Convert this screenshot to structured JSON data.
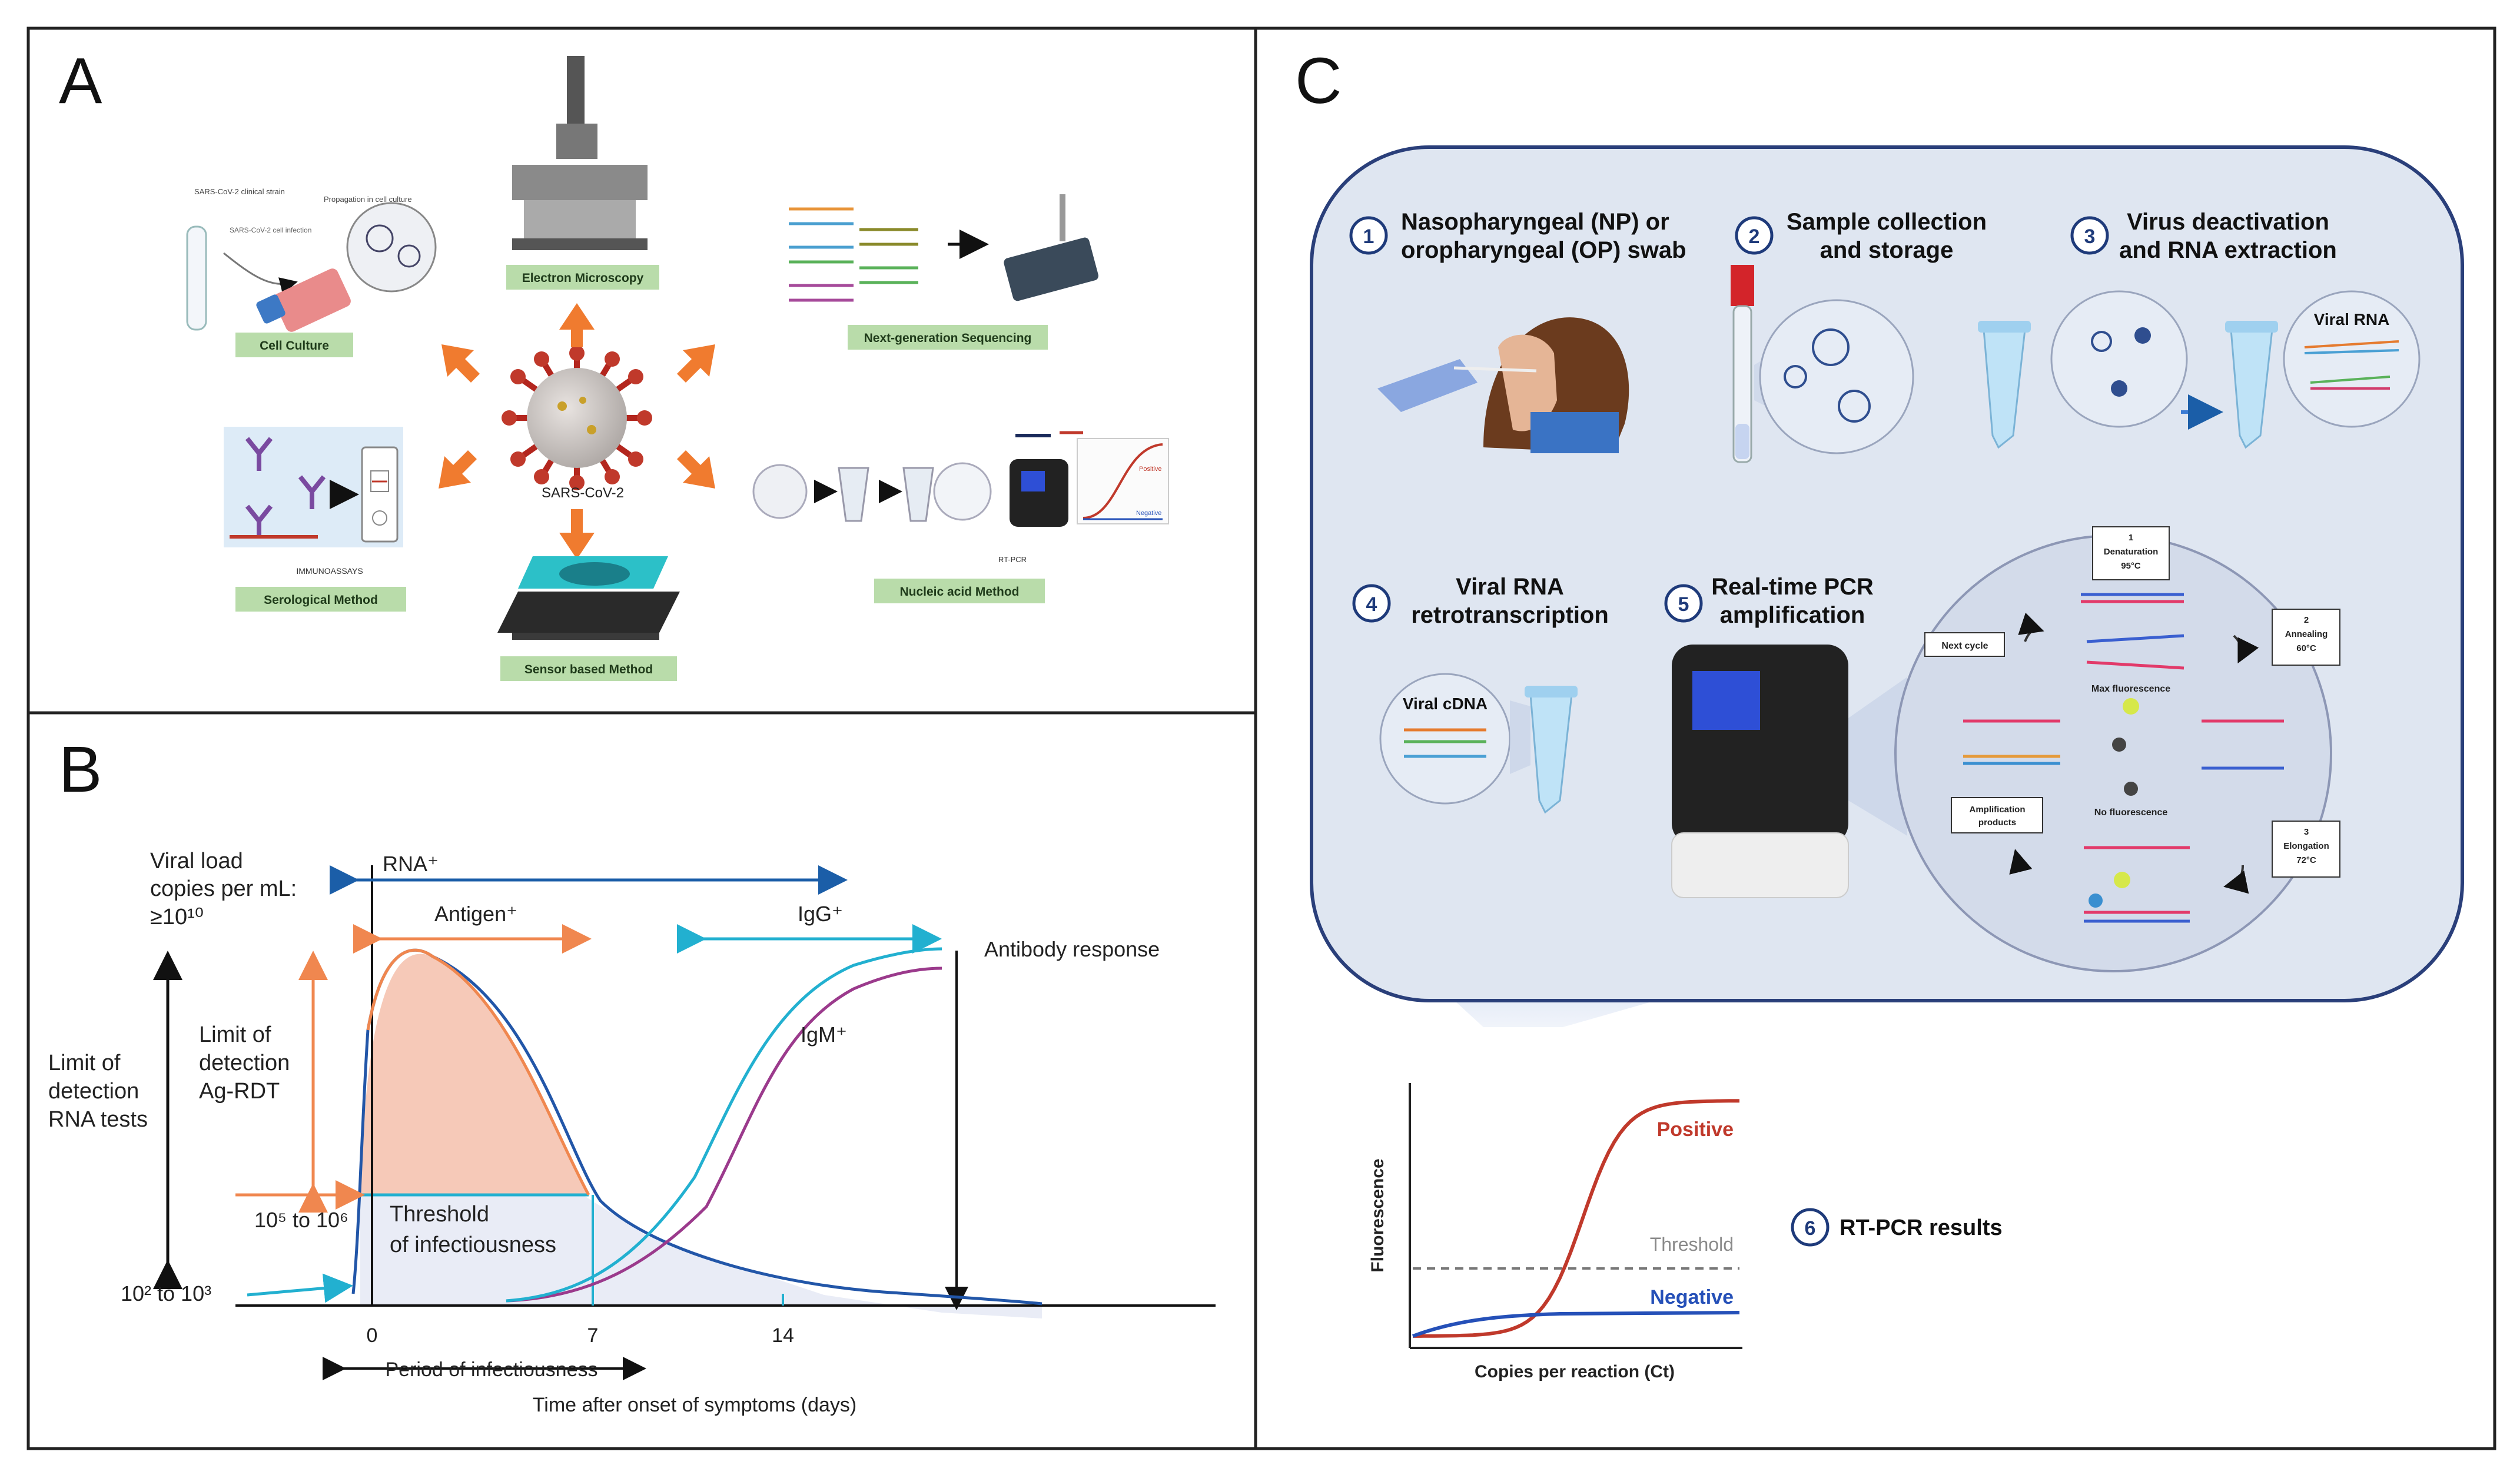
{
  "panels": {
    "a": {
      "letter": "A"
    },
    "b": {
      "letter": "B"
    },
    "c": {
      "letter": "C"
    }
  },
  "panel_a": {
    "center_label": "SARS-CoV-2",
    "culture_small": {
      "clinical_strain": "SARS-CoV-2 clinical strain",
      "infection": "SARS-CoV-2 cell infection",
      "propagation": "Propagation in cell culture"
    },
    "methods": {
      "cell_culture": "Cell Culture",
      "electron_microscopy": "Electron Microscopy",
      "ngs": "Next-generation Sequencing",
      "serological": "Serological Method",
      "sensor": "Sensor based Method",
      "nucleic": "Nucleic acid Method"
    },
    "immunoassays": "IMMUNOASSAYS",
    "rtpcr": "RT-PCR",
    "curve_positive": "Positive",
    "curve_negative": "Negative"
  },
  "panel_b": {
    "viral_load": [
      "Viral load",
      "copies per mL:",
      "≥10¹⁰"
    ],
    "limit_rna": [
      "Limit of",
      "detection",
      "RNA tests"
    ],
    "limit_ag": [
      "Limit of",
      "detection",
      "Ag-RDT"
    ],
    "level_mid": "10⁵ to 10⁶",
    "level_low": "10² to 10³",
    "rna": "RNA⁺",
    "antigen": "Antigen⁺",
    "igg": "IgG⁺",
    "igm": "IgM⁺",
    "antibody": "Antibody response",
    "threshold": [
      "Threshold",
      "of infectiousness"
    ],
    "ticks": [
      "0",
      "7",
      "14"
    ],
    "period": "Period of infectiousness",
    "xlabel": "Time after onset of symptoms (days)"
  },
  "panel_c": {
    "steps": [
      {
        "num": "1",
        "lines": [
          "Nasopharyngeal (NP) or",
          "oropharyngeal (OP) swab"
        ]
      },
      {
        "num": "2",
        "lines": [
          "Sample collection",
          "and storage"
        ]
      },
      {
        "num": "3",
        "lines": [
          "Virus deactivation",
          "and RNA extraction"
        ]
      },
      {
        "num": "4",
        "lines": [
          "Viral RNA",
          "retrotranscription"
        ]
      },
      {
        "num": "5",
        "lines": [
          "Real-time PCR",
          "amplification"
        ]
      },
      {
        "num": "6",
        "lines": [
          "RT-PCR results"
        ]
      }
    ],
    "viral_rna": "Viral RNA",
    "viral_cdna": "Viral cDNA",
    "cycle": {
      "denaturation": [
        "1",
        "Denaturation",
        "95°C"
      ],
      "annealing": [
        "2",
        "Annealing",
        "60°C"
      ],
      "elongation": [
        "3",
        "Elongation",
        "72°C"
      ],
      "next_cycle": "Next cycle",
      "max_fluor": "Max fluorescence",
      "no_fluor": "No fluorescence",
      "amp_products": [
        "Amplification",
        "products"
      ]
    },
    "result_chart": {
      "ylabel": "Fluorescence",
      "xlabel": "Copies per reaction (Ct)",
      "positive": "Positive",
      "threshold": "Threshold",
      "negative": "Negative"
    }
  },
  "colors": {
    "orange": "#f0874f",
    "blue": "#1b5ea8",
    "cyan": "#22b0d0",
    "purple": "#9b3a8c",
    "navy": "#1e3a7a",
    "panel_c_bg": "#dfe6f1",
    "positive_red": "#c0392b",
    "negative_blue": "#2550b8",
    "label_green": "#b9dcaa"
  }
}
